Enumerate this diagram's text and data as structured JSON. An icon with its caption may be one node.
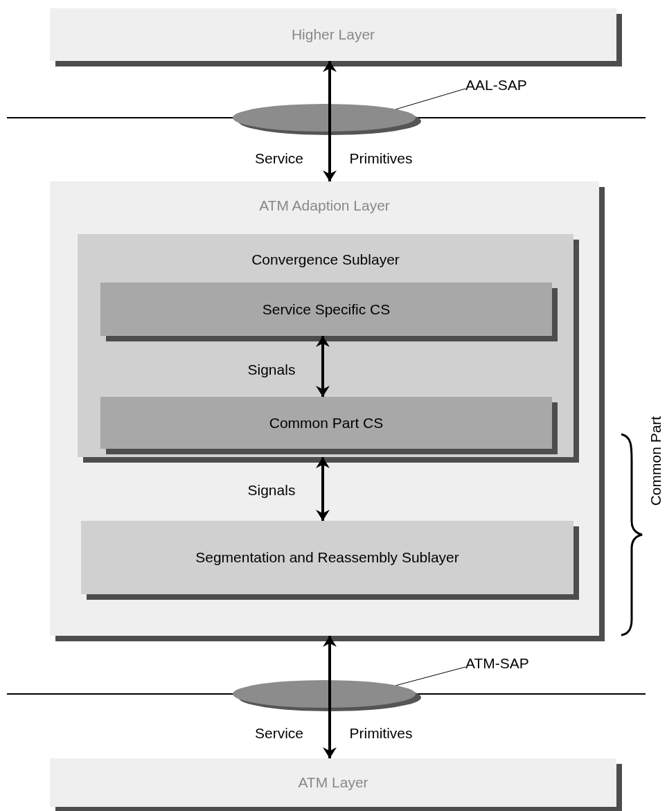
{
  "diagram": {
    "nodes": [
      {
        "text": [
          "Higher Layer"
        ]
      },
      {
        "text": [
          "AAL-SAP"
        ]
      },
      {
        "text": [],
        "shape": "ellipse"
      },
      {
        "text": [
          "ATM Adaption Layer"
        ]
      },
      {
        "text": [
          "Convergence Sublayer"
        ],
        "in": 3
      },
      {
        "text": [
          "Service Specific CS"
        ],
        "in": 4
      },
      {
        "text": [
          "Common Part CS"
        ],
        "in": 4
      },
      {
        "text": [
          "Segmentation and Reassembly Sublayer"
        ],
        "in": 3
      },
      {
        "text": [
          "ATM-SAP"
        ]
      },
      {
        "text": [],
        "shape": "ellipse"
      },
      {
        "text": [
          "ATM Layer"
        ]
      }
    ],
    "edges": [
      {
        "from": 2,
        "to": 0,
        "arrow": "to"
      },
      {
        "from": 2,
        "to": 3,
        "arrow": "to"
      },
      {
        "from": 1,
        "to": 2,
        "arrow": "none"
      },
      {
        "from": 5,
        "to": 6,
        "arrow": "both",
        "label": "Signals"
      },
      {
        "from": 4,
        "to": 7,
        "arrow": "both",
        "label": "Signals"
      },
      {
        "from": 9,
        "to": 3,
        "arrow": "to"
      },
      {
        "from": 9,
        "to": 10,
        "arrow": "to"
      },
      {
        "from": 8,
        "to": 9,
        "arrow": "none"
      }
    ],
    "labels": [
      "Service",
      "Primitives",
      "Common Part",
      "Service",
      "Primitives"
    ]
  }
}
